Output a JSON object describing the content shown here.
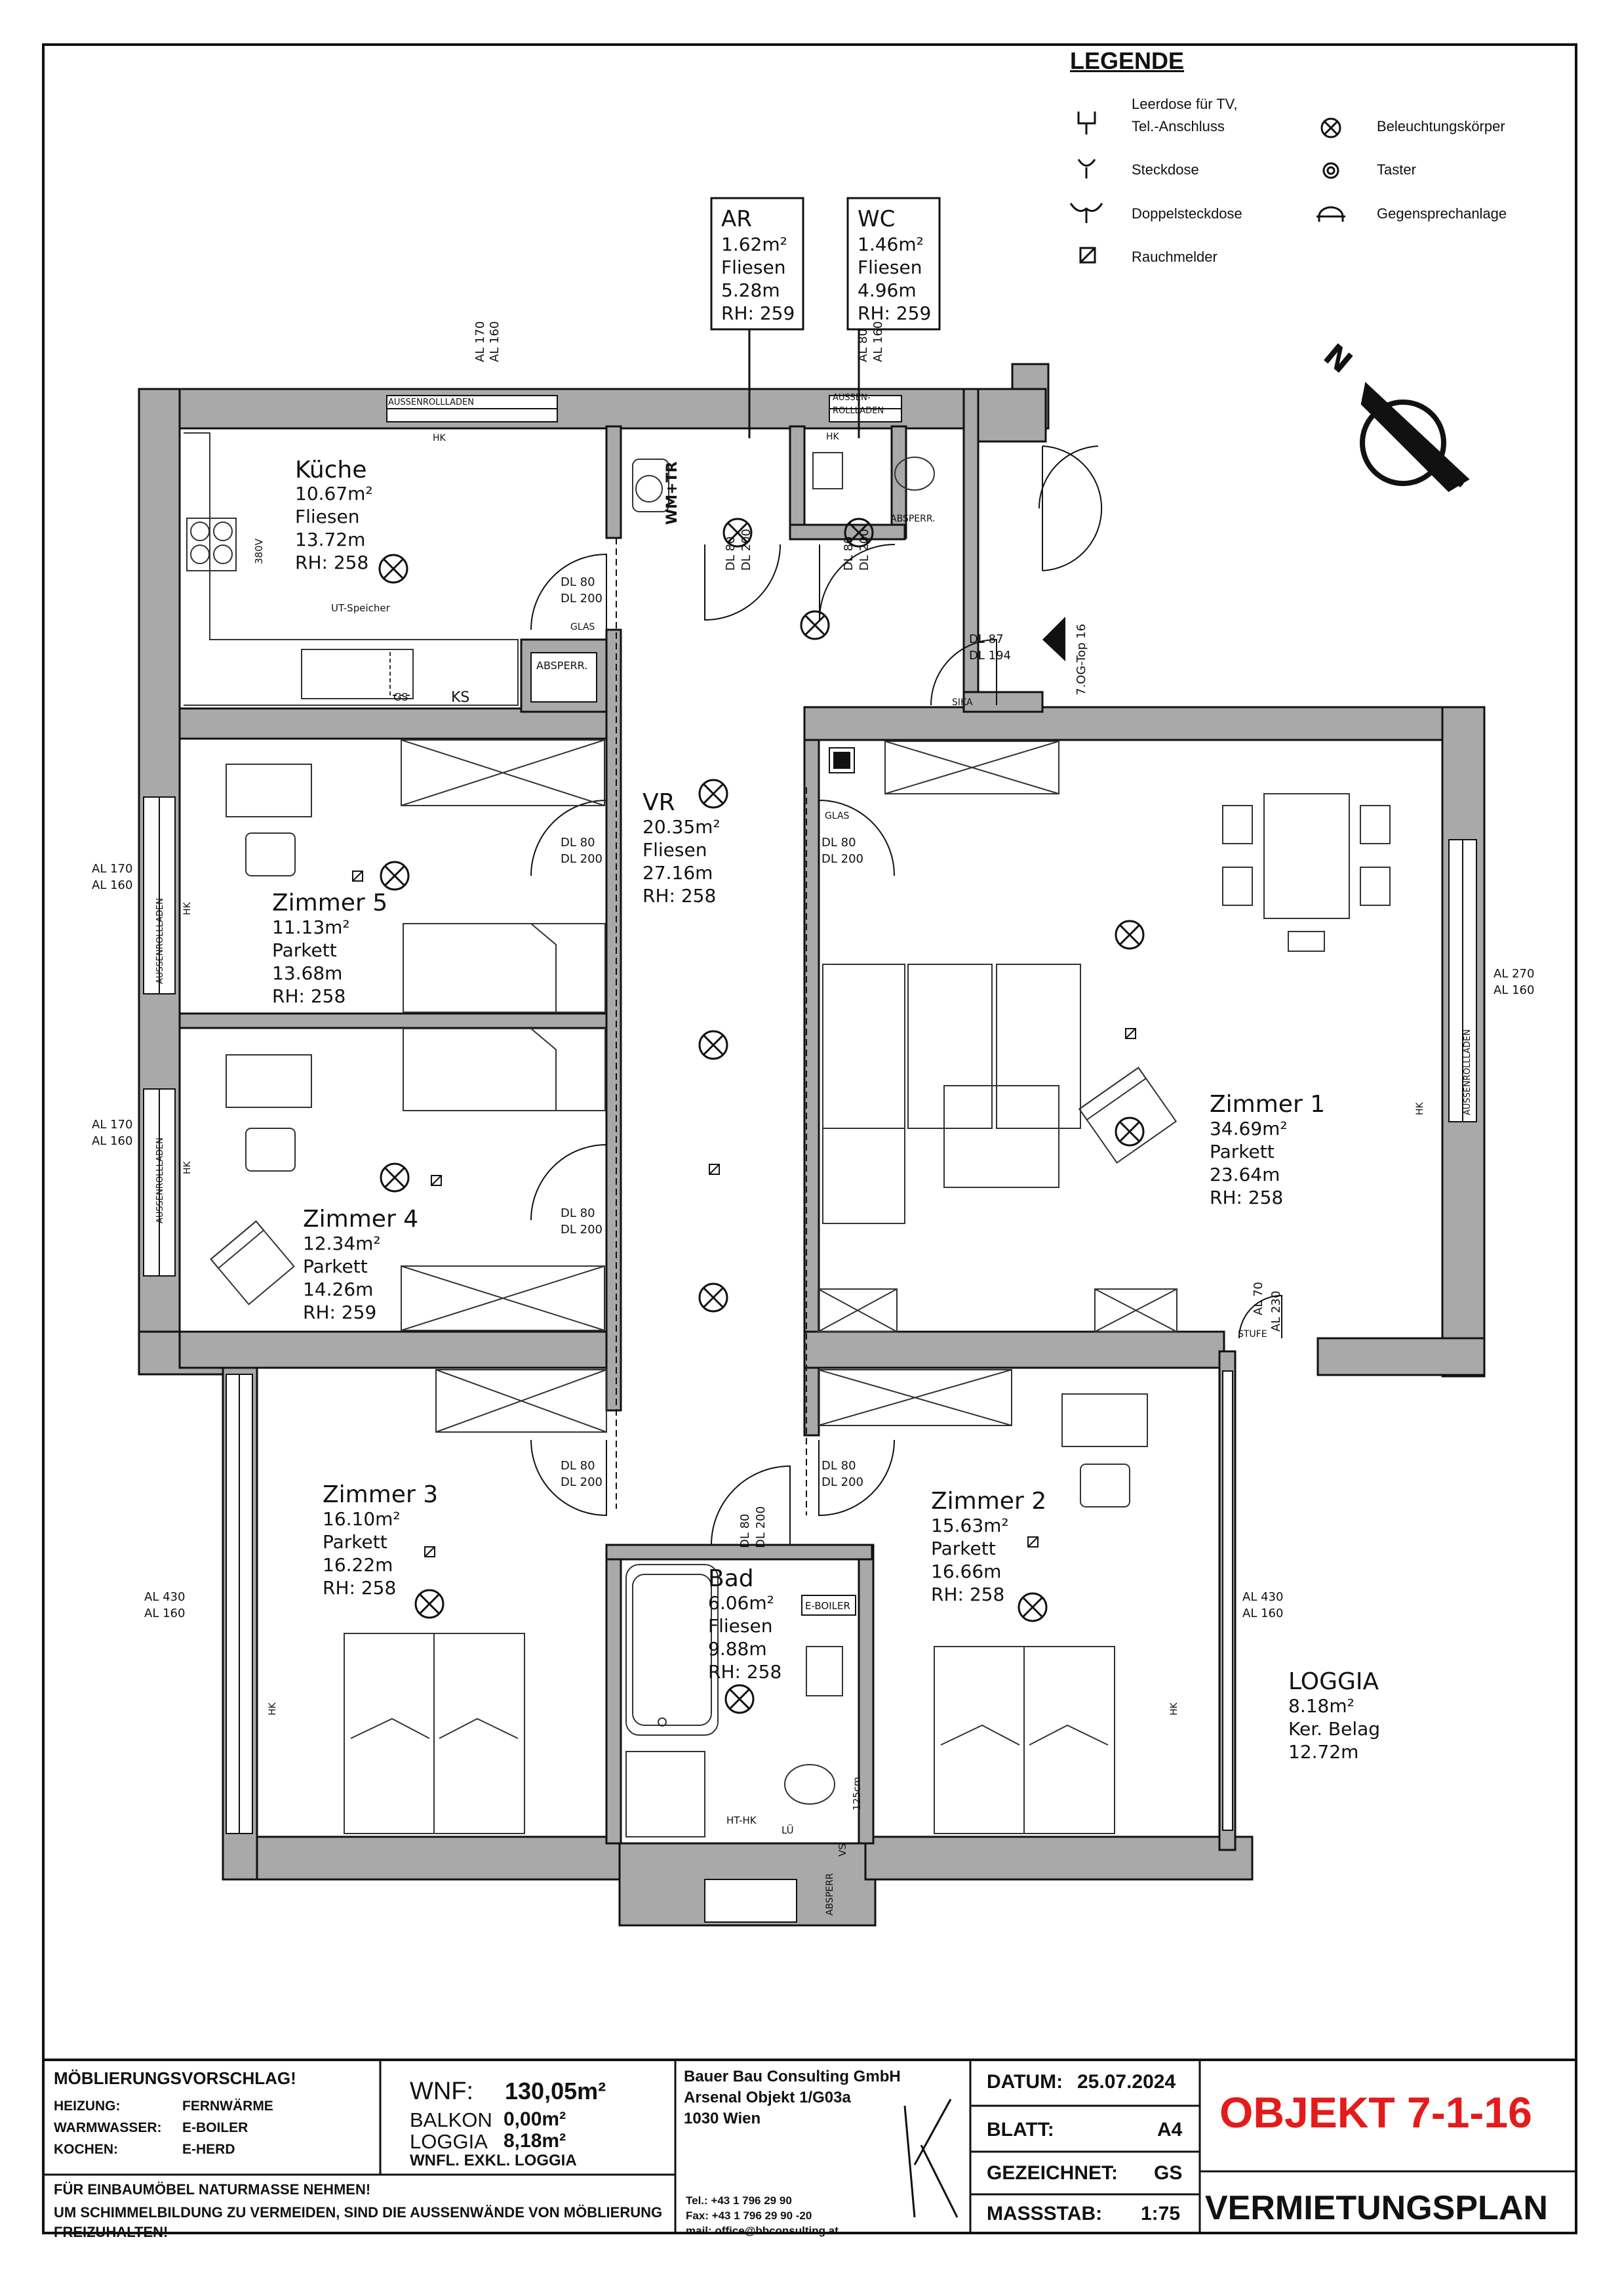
{
  "legend": {
    "title": "LEGENDE",
    "items": [
      {
        "icon": "tv-socket-icon",
        "label_line1": "Leerdose für TV,",
        "label_line2": "Tel.-Anschluss"
      },
      {
        "icon": "socket-icon",
        "label": "Steckdose"
      },
      {
        "icon": "double-socket-icon",
        "label": "Doppelsteckdose"
      },
      {
        "icon": "smoke-detector-icon",
        "label": "Rauchmelder"
      },
      {
        "icon": "light-fixture-icon",
        "label": "Beleuchtungskörper"
      },
      {
        "icon": "push-button-icon",
        "label": "Taster"
      },
      {
        "icon": "intercom-icon",
        "label": "Gegensprechanlage"
      }
    ]
  },
  "rooms": {
    "ar": {
      "name": "AR",
      "area": "1.62m²",
      "floor": "Fliesen",
      "perimeter": "5.28m",
      "height": "RH: 259"
    },
    "wc": {
      "name": "WC",
      "area": "1.46m²",
      "floor": "Fliesen",
      "perimeter": "4.96m",
      "height": "RH: 259"
    },
    "kueche": {
      "name": "Küche",
      "area": "10.67m²",
      "floor": "Fliesen",
      "perimeter": "13.72m",
      "height": "RH: 258"
    },
    "vr": {
      "name": "VR",
      "area": "20.35m²",
      "floor": "Fliesen",
      "perimeter": "27.16m",
      "height": "RH: 258"
    },
    "zimmer5": {
      "name": "Zimmer 5",
      "area": "11.13m²",
      "floor": "Parkett",
      "perimeter": "13.68m",
      "height": "RH: 258"
    },
    "zimmer4": {
      "name": "Zimmer 4",
      "area": "12.34m²",
      "floor": "Parkett",
      "perimeter": "14.26m",
      "height": "RH: 259"
    },
    "zimmer1": {
      "name": "Zimmer 1",
      "area": "34.69m²",
      "floor": "Parkett",
      "perimeter": "23.64m",
      "height": "RH: 258"
    },
    "zimmer3": {
      "name": "Zimmer 3",
      "area": "16.10m²",
      "floor": "Parkett",
      "perimeter": "16.22m",
      "height": "RH: 258"
    },
    "zimmer2": {
      "name": "Zimmer 2",
      "area": "15.63m²",
      "floor": "Parkett",
      "perimeter": "16.66m",
      "height": "RH: 258"
    },
    "bad": {
      "name": "Bad",
      "area": "6.06m²",
      "floor": "Fliesen",
      "perimeter": "9.88m",
      "height": "RH: 258"
    },
    "loggia": {
      "name": "LOGGIA",
      "area": "8.18m²",
      "floor": "Ker. Belag",
      "perimeter": "12.72m"
    }
  },
  "annotations": {
    "al_170": "AL 170",
    "al_160": "AL 160",
    "al_270": "AL 270",
    "al_430": "AL 430",
    "al_80": "AL 80",
    "al_70": "AL 70",
    "al_230": "AL 230",
    "dl_80": "DL 80",
    "dl_200": "DL 200",
    "dl_87": "DL 87",
    "dl_194": "DL 194",
    "aussenrollladen": "AUSSENROLLLADEN",
    "aussen": "AUSSEN-",
    "rollladen": "ROLLLADEN",
    "hk": "HK",
    "glas": "GLAS",
    "absperr": "ABSPERR.",
    "absperr_short": "ABSPERR",
    "ut_speicher": "UT-Speicher",
    "gs": "GS",
    "ks": "KS",
    "v380": "380V",
    "wm_tr": "WM+TR",
    "sika": "SIKA",
    "stufe": "STUFE",
    "top": "7.OG-Top 16",
    "e_boiler": "E-BOILER",
    "ht_hk": "HT-HK",
    "lue": "LÜ",
    "vs": "VS",
    "h125": "125cm"
  },
  "titleblock": {
    "moeblierung_title": "MÖBLIERUNGSVORSCHLAG!",
    "heizung_label": "HEIZUNG:",
    "heizung_value": "FERNWÄRME",
    "warmwasser_label": "WARMWASSER:",
    "warmwasser_value": "E-BOILER",
    "kochen_label": "KOCHEN:",
    "kochen_value": "E-HERD",
    "wnf_label": "WNF:",
    "wnf_value": "130,05m²",
    "balkon_label": "BALKON",
    "balkon_value": "0,00m²",
    "loggia_label": "LOGGIA",
    "loggia_value": "8,18m²",
    "wnfl_note": "WNFL. EXKL. LOGGIA",
    "note_line1": "FÜR EINBAUMÖBEL NATURMASSE NEHMEN!",
    "note_line2": "UM SCHIMMELBILDUNG ZU VERMEIDEN, SIND DIE AUSSENWÄNDE VON MÖBLIERUNG",
    "note_line3": "FREIZUHALTEN!",
    "company": "Bauer Bau Consulting GmbH",
    "project": "Arsenal Objekt 1/G03a",
    "city": "1030 Wien",
    "tel": "Tel.: +43 1 796 29 90",
    "fax": "Fax: +43 1 796 29 90 -20",
    "mail": "mail: office@bbconsulting.at",
    "datum_label": "DATUM:",
    "datum_value": "25.07.2024",
    "blatt_label": "BLATT:",
    "blatt_value": "A4",
    "gezeichnet_label": "GEZEICHNET:",
    "gezeichnet_value": "GS",
    "massstab_label": "MASSSTAB:",
    "massstab_value": "1:75",
    "objekt": "OBJEKT 7-1-16",
    "plantype": "VERMIETUNGSPLAN"
  },
  "colors": {
    "wall": "#a9a9a9",
    "line": "#111111",
    "accent": "#e41b1b"
  }
}
